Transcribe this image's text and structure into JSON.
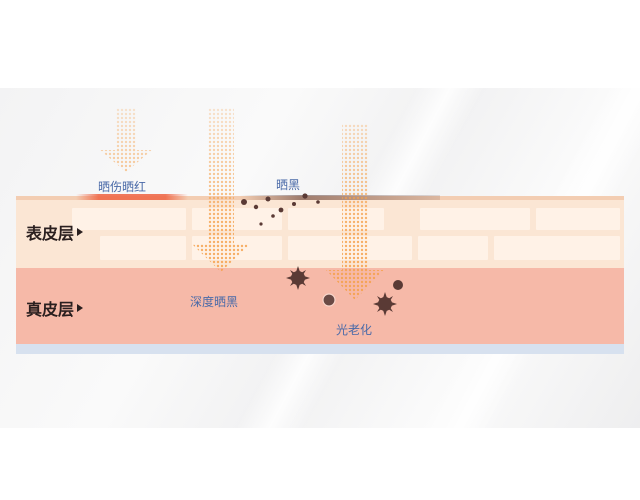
{
  "labels": {
    "epidermis": "表皮层",
    "dermis": "真皮层",
    "sunburn": "晒伤晒红",
    "tanning": "晒黑",
    "deep_tanning": "深度晒黑",
    "photoaging": "光老化"
  },
  "colors": {
    "epidermis": "#fbe6d4",
    "epidermis_cell": "#fff2e7",
    "dermis": "#f6b9a8",
    "base": "#d7e1ef",
    "arrow": "#f5a04a",
    "sunburn_glow": "#ef6a4a",
    "melanin": "#5a3a35",
    "caption": "#4a6aa8"
  }
}
